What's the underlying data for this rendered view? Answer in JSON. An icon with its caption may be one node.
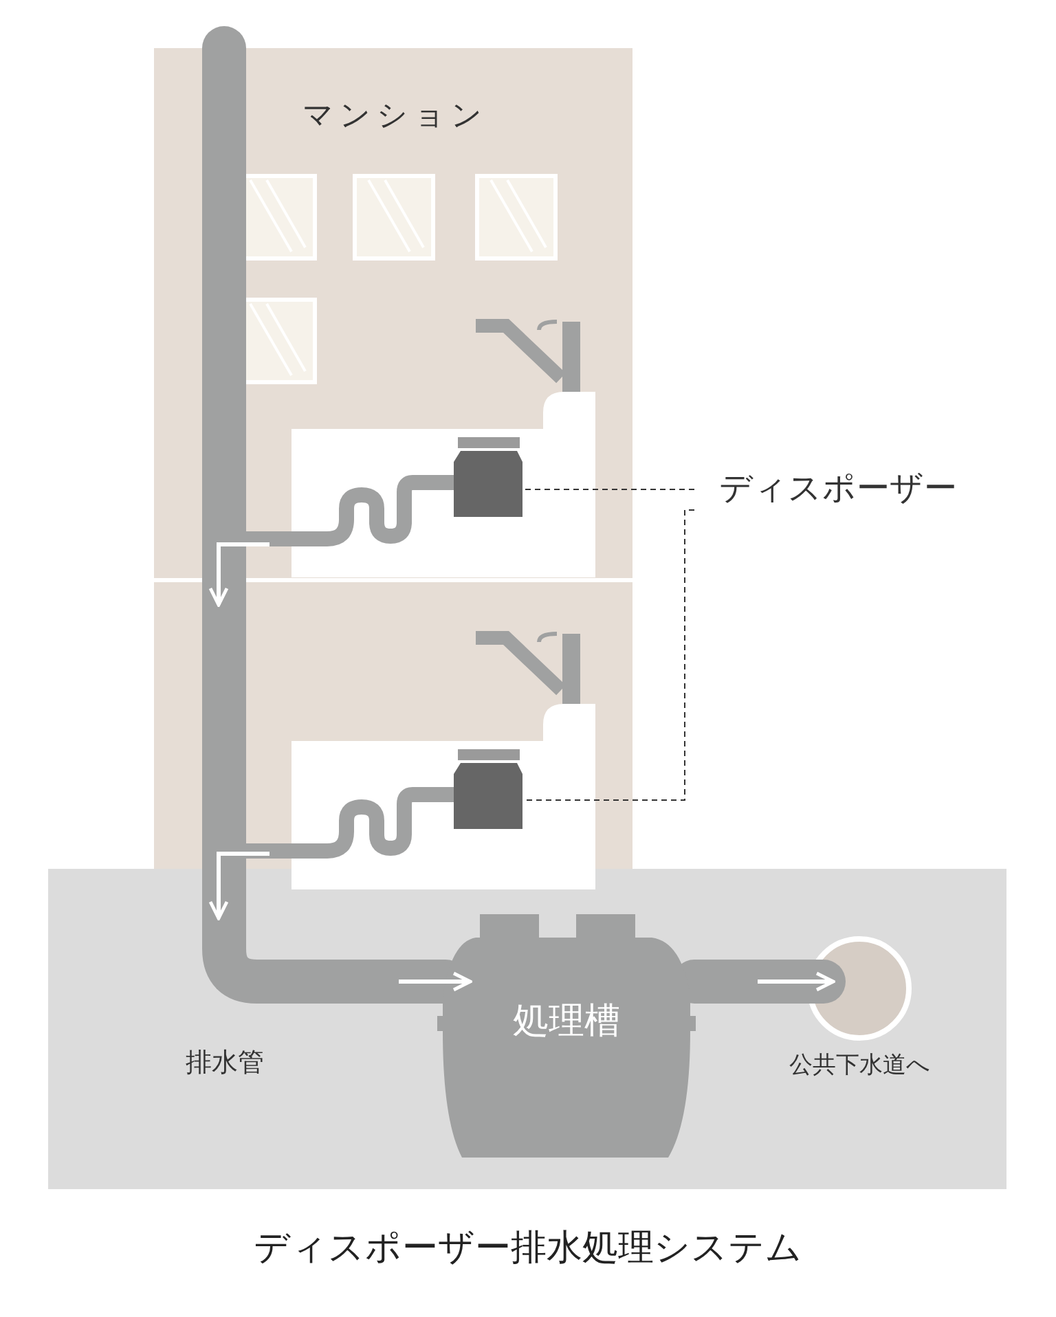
{
  "diagram": {
    "caption": "ディスポーザー排水処理システム",
    "nodes": [
      {
        "text": [
          "マンション"
        ]
      },
      {
        "text": [
          "ディスポーザー"
        ]
      },
      {
        "text": [],
        "shape": "box",
        "in": 0
      },
      {
        "text": [],
        "shape": "box",
        "in": 0
      },
      {
        "text": [
          "処理槽"
        ]
      },
      {
        "text": [],
        "shape": "circle",
        "beside": [
          "公共下水道へ"
        ]
      }
    ],
    "edges": [
      {
        "from": 1,
        "to": 2,
        "arrow": "none",
        "style": "dashed",
        "color": "#333333"
      },
      {
        "from": 1,
        "to": 3,
        "arrow": "none",
        "style": "dashed",
        "color": "#333333"
      },
      {
        "from": 2,
        "to": 4,
        "arrow": "none"
      },
      {
        "from": 3,
        "to": 4,
        "arrow": "none"
      },
      {
        "from": 4,
        "to": 5,
        "arrow": "none"
      }
    ],
    "labels": [
      "排水管"
    ]
  }
}
